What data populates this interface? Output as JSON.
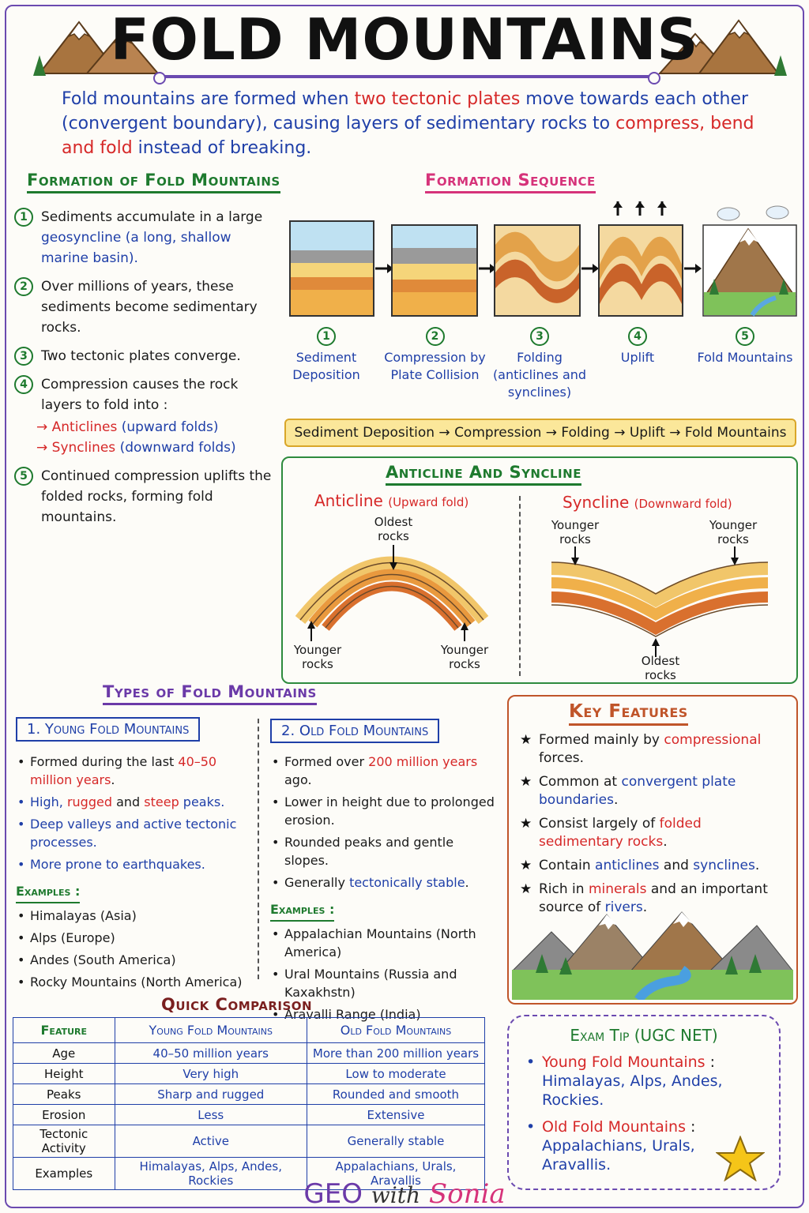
{
  "title": "FOLD MOUNTAINS",
  "intro": {
    "p1": "Fold mountains are formed when ",
    "h1": "two tectonic plates",
    "p2": " move towards each other (convergent boundary), causing layers of sedimentary rocks to ",
    "h2": "compress, bend and fold",
    "p3": " instead of breaking."
  },
  "formation": {
    "heading": "Formation of Fold Mountains",
    "steps": [
      {
        "num": "1",
        "a": "Sediments accumulate in a large ",
        "b": "geosyncline (a long, shallow marine basin)."
      },
      {
        "num": "2",
        "a": "Over millions of years, these sediments become sedimentary rocks.",
        "b": ""
      },
      {
        "num": "3",
        "a": "Two tectonic plates converge.",
        "b": ""
      },
      {
        "num": "4",
        "a": "Compression causes the rock layers to fold into :",
        "b": ""
      },
      {
        "num": "5",
        "a": "Continued compression uplifts the folded rocks, forming fold mountains.",
        "b": ""
      }
    ],
    "anticlines": "→ Anticlines",
    "anticlines_note": "(upward folds)",
    "synclines": "→ Synclines",
    "synclines_note": "(downward folds)"
  },
  "sequence": {
    "heading": "Formation Sequence",
    "labels": [
      {
        "num": "1",
        "text": "Sediment Deposition"
      },
      {
        "num": "2",
        "text": "Compression by Plate Collision"
      },
      {
        "num": "3",
        "text": "Folding (anticlines and synclines)"
      },
      {
        "num": "4",
        "text": "Uplift"
      },
      {
        "num": "5",
        "text": "Fold Mountains"
      }
    ],
    "banner": "Sediment Deposition → Compression → Folding → Uplift → Fold Mountains"
  },
  "anticline_syncline": {
    "heading": "Anticline And Syncline",
    "anticline_title": "Anticline",
    "anticline_note": "(Upward fold)",
    "syncline_title": "Syncline",
    "syncline_note": "(Downward fold)",
    "oldest": "Oldest rocks",
    "younger": "Younger rocks"
  },
  "types": {
    "heading": "Types of Fold Mountains",
    "young": {
      "title": "1. Young Fold Mountains",
      "b1a": "Formed during the last ",
      "b1b": "40–50 million years",
      "b1c": ".",
      "b2a": "High, ",
      "b2b": "rugged",
      "b2c": " and ",
      "b2d": "steep",
      "b2e": " peaks.",
      "b3": "Deep valleys and active tectonic processes.",
      "b4": "More prone to earthquakes.",
      "examples_h": "Examples :",
      "examples": [
        "Himalayas (Asia)",
        "Alps (Europe)",
        "Andes (South America)",
        "Rocky Mountains (North America)"
      ]
    },
    "old": {
      "title": "2. Old Fold Mountains",
      "b1a": "Formed over ",
      "b1b": "200 million years",
      "b1c": " ago.",
      "b2": "Lower in height due to prolonged erosion.",
      "b3": "Rounded peaks and gentle slopes.",
      "b4a": "Generally ",
      "b4b": "tectonically stable",
      "b4c": ".",
      "examples_h": "Examples :",
      "examples": [
        "Appalachian Mountains (North America)",
        "Ural Mountains (Russia and Kaxakhstn)",
        "Aravalli Range (India)"
      ]
    }
  },
  "key_features": {
    "heading": "Key Features",
    "f1a": "Formed mainly by ",
    "f1b": "compressional",
    "f1c": " forces.",
    "f2a": "Common at ",
    "f2b": "convergent plate boundaries",
    "f2c": ".",
    "f3a": "Consist largely of ",
    "f3b": "folded sedimentary rocks",
    "f3c": ".",
    "f4a": "Contain ",
    "f4b": "anticlines",
    "f4c": " and ",
    "f4d": "synclines",
    "f4e": ".",
    "f5a": "Rich in ",
    "f5b": "minerals",
    "f5c": " and an important source of ",
    "f5d": "rivers",
    "f5e": "."
  },
  "comparison": {
    "heading": "Quick Comparison",
    "headers": [
      "Feature",
      "Young Fold Mountains",
      "Old Fold Mountains"
    ],
    "rows": [
      [
        "Age",
        "40–50 million years",
        "More than 200 million years"
      ],
      [
        "Height",
        "Very high",
        "Low to moderate"
      ],
      [
        "Peaks",
        "Sharp and rugged",
        "Rounded and smooth"
      ],
      [
        "Erosion",
        "Less",
        "Extensive"
      ],
      [
        "Tectonic Activity",
        "Active",
        "Generally stable"
      ],
      [
        "Examples",
        "Himalayas, Alps, Andes, Rockies",
        "Appalachians, Urals, Aravallis"
      ]
    ]
  },
  "exam_tip": {
    "heading": "Exam Tip (UGC NET)",
    "young_label": "Young Fold Mountains",
    "young_list": "Himalayas, Alps, Andes, Rockies.",
    "old_label": "Old Fold Mountains",
    "old_list": "Appalachians, Urals, Aravallis.",
    "sep": " :"
  },
  "brand": {
    "a": "GEO",
    "b": "with",
    "c": "Sonia"
  }
}
